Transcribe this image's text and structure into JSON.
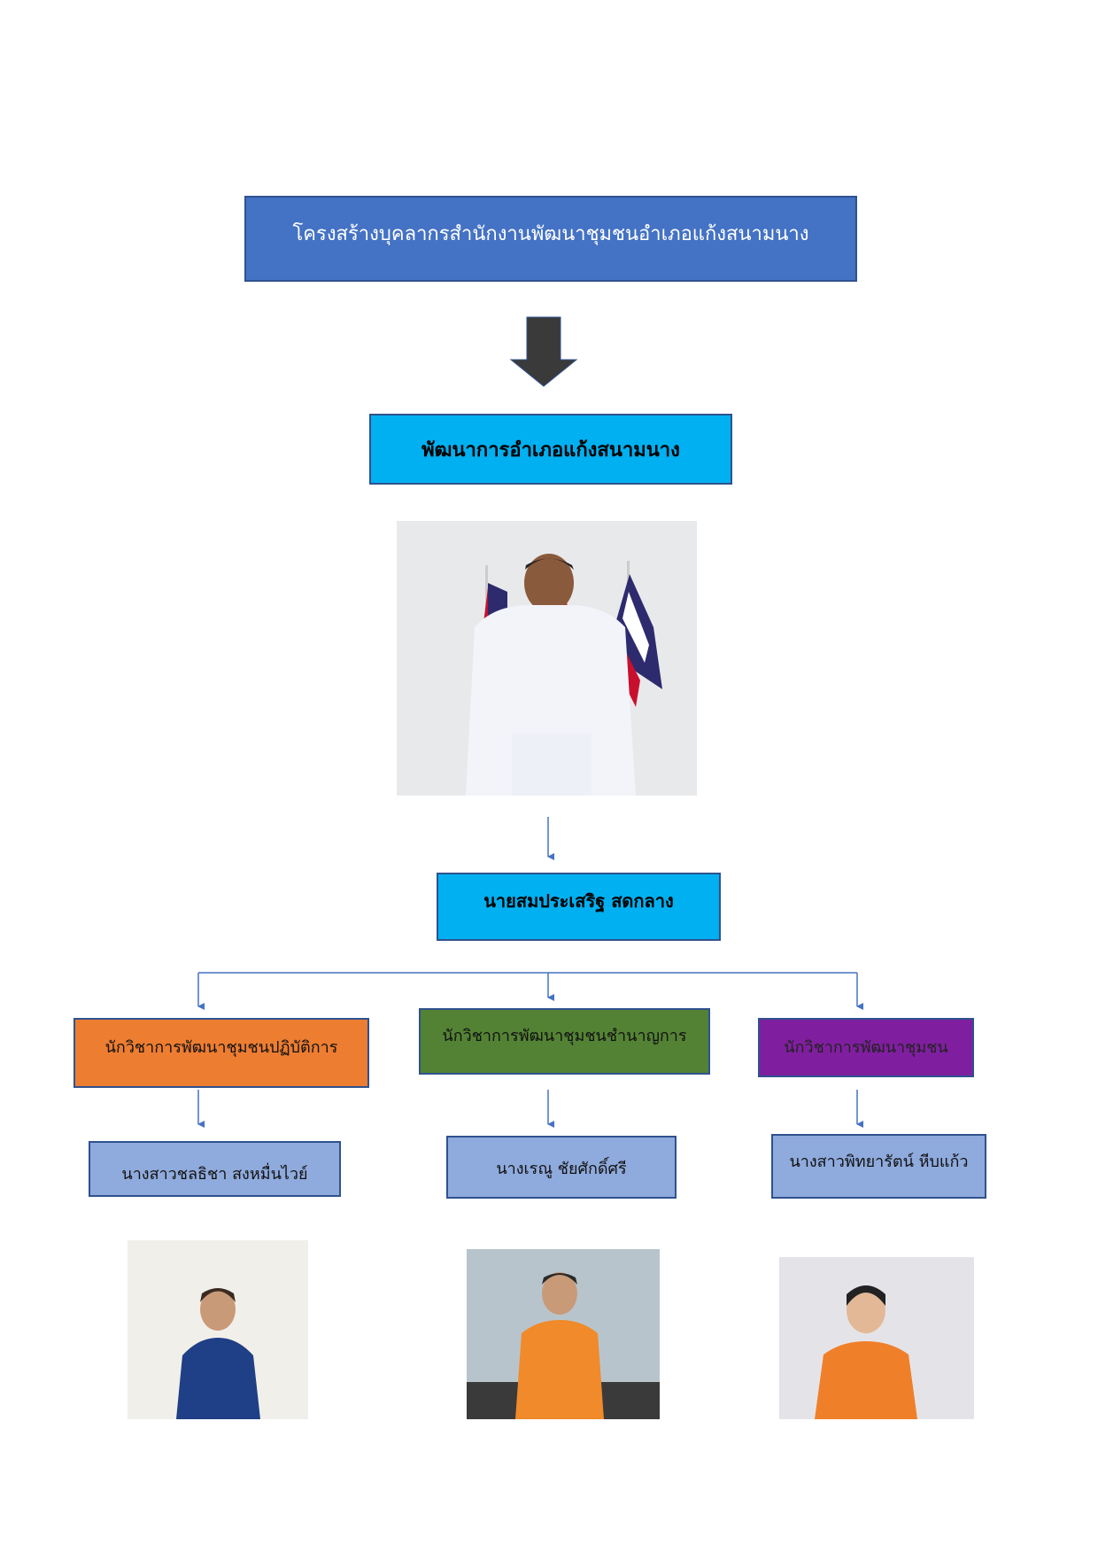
{
  "title": "โครงสร้างบุคลากรสำนักงานพัฒนาชุมชนอำเภอแก้งสนามนาง",
  "department_head_title": "พัฒนาการอำเภอแก้งสนามนาง",
  "department_head_name": "นายสมประเสริฐ สดกลาง",
  "staff": [
    {
      "position": "นักวิชาการพัฒนาชุมชนปฏิบัติการ",
      "name": "นางสาวชลธิชา สงหมื่นไวย์",
      "color": "#ed7d31"
    },
    {
      "position": "นักวิชาการพัฒนาชุมชนชำนาญการ",
      "name": "นางเรณู ชัยศักดิ์ศรี",
      "color": "#548235"
    },
    {
      "position": "นักวิชาการพัฒนาชุมชน",
      "name": "นางสาวพิทยารัตน์ หีบแก้ว",
      "color": "#7f1f9f"
    }
  ],
  "colors": {
    "title_bg": "#4472c4",
    "head_bg": "#00b0f0",
    "name_bg": "#8faadc",
    "connector": "#4472c4"
  }
}
